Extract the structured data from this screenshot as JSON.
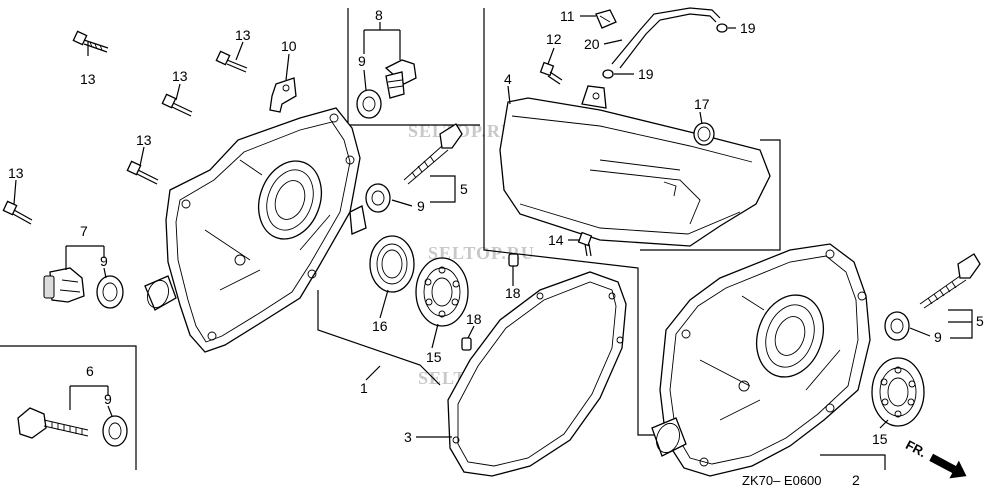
{
  "watermarks": [
    "SELTOP.RU",
    "SELTOP.RU",
    "SELTOP.RU"
  ],
  "callouts": {
    "c1": "1",
    "c2": "2",
    "c3": "3",
    "c4": "4",
    "c5a": "5",
    "c5b": "5",
    "c6": "6",
    "c7": "7",
    "c8": "8",
    "c9a": "9",
    "c9b": "9",
    "c9c": "9",
    "c9d": "9",
    "c9e": "9",
    "c10": "10",
    "c11": "11",
    "c12": "12",
    "c13a": "13",
    "c13b": "13",
    "c13c": "13",
    "c13d": "13",
    "c13e": "13",
    "c14": "14",
    "c15a": "15",
    "c15b": "15",
    "c16": "16",
    "c17": "17",
    "c18a": "18",
    "c18b": "18",
    "c19a": "19",
    "c19b": "19",
    "c20": "20"
  },
  "diagram_code": "ZK70– E0600",
  "front_label": "FR."
}
